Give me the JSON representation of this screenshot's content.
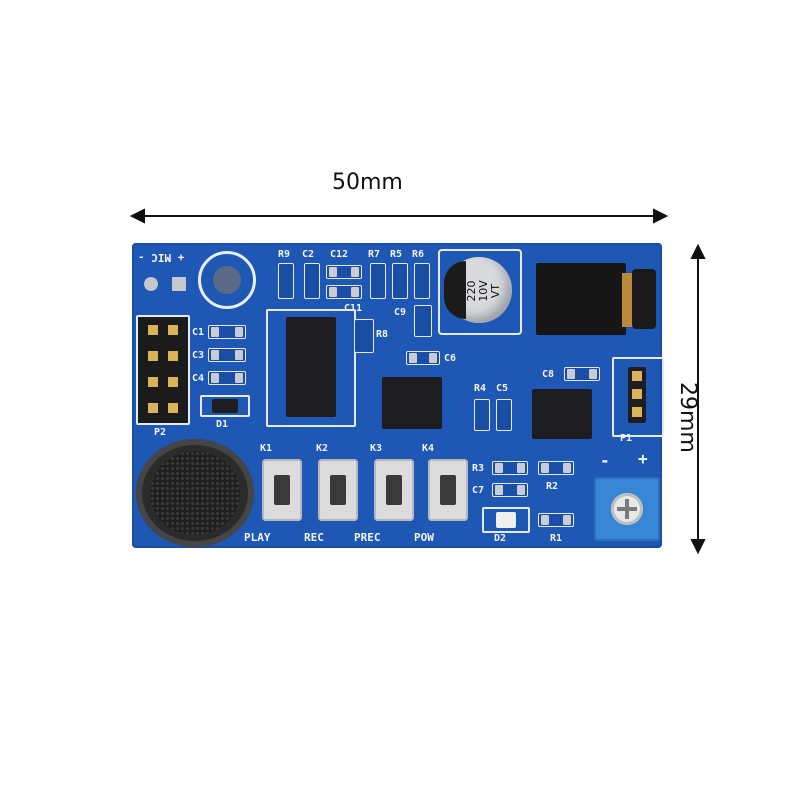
{
  "dimensions": {
    "width_label": "50mm",
    "height_label": "29mm"
  },
  "board": {
    "color": "#1f57b5",
    "labels": {
      "mic": "+ MIC -",
      "r9": "R9",
      "c2": "C2",
      "c12": "C12",
      "r7": "R7",
      "r5": "R5",
      "r6": "R6",
      "c11": "C11",
      "r8": "R8",
      "c9": "C9",
      "c6": "C6",
      "c1": "C1",
      "c3": "C3",
      "c4": "C4",
      "d1": "D1",
      "p2": "P2",
      "r4": "R4",
      "c5": "C5",
      "c8": "C8",
      "p1": "P1",
      "r3": "R3",
      "c7": "C7",
      "r2": "R2",
      "d2": "D2",
      "r1": "R1",
      "pot_minus": "-",
      "pot_plus": "+"
    },
    "capacitor_text": [
      "220",
      "10V",
      "VT"
    ],
    "buttons": [
      {
        "ref": "K1",
        "label": "PLAY"
      },
      {
        "ref": "K2",
        "label": "REC"
      },
      {
        "ref": "K3",
        "label": "PREC"
      },
      {
        "ref": "K4",
        "label": "POW"
      }
    ]
  }
}
